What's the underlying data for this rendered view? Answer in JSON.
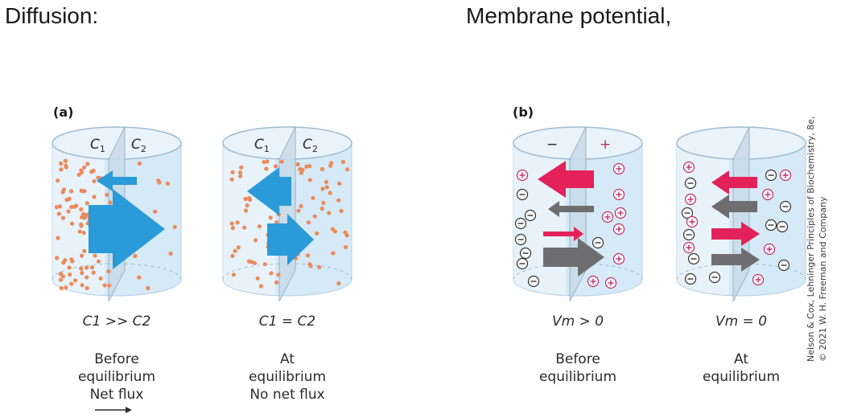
{
  "headings": {
    "diffusion": "Diffusion:",
    "membrane": "Membrane potential,"
  },
  "panels": {
    "a": {
      "label": "(a)"
    },
    "b": {
      "label": "(b)"
    }
  },
  "cylinders": [
    {
      "id": "a1",
      "left_label": "C1",
      "right_label": "C2",
      "condition": "C1 >> C2",
      "lines": [
        "Before",
        "equilibrium",
        "Net flux"
      ]
    },
    {
      "id": "a2",
      "left_label": "C1",
      "right_label": "C2",
      "condition": "C1 = C2",
      "lines": [
        "At",
        "equilibrium",
        "No net flux"
      ]
    },
    {
      "id": "b1",
      "left_label": "−",
      "right_label": "+",
      "condition": "Vm > 0",
      "lines": [
        "Before",
        "equilibrium"
      ]
    },
    {
      "id": "b2",
      "left_label": "",
      "right_label": "",
      "condition": "Vm = 0",
      "lines": [
        "At",
        "equilibrium"
      ]
    }
  ],
  "credit": {
    "line1": "Nelson & Cox, Lehninger Principles of Biochemistry, 8e,",
    "line2": "© 2021 W. H. Freeman and Company"
  },
  "colors": {
    "cylinder": "#d6e9f7",
    "blue_arrow": "#2a9ad8",
    "pink_arrow": "#e4225a",
    "gray_arrow": "#6e6e70",
    "dot": "#eb8a5a",
    "ion_ring": "#c42a6a"
  }
}
